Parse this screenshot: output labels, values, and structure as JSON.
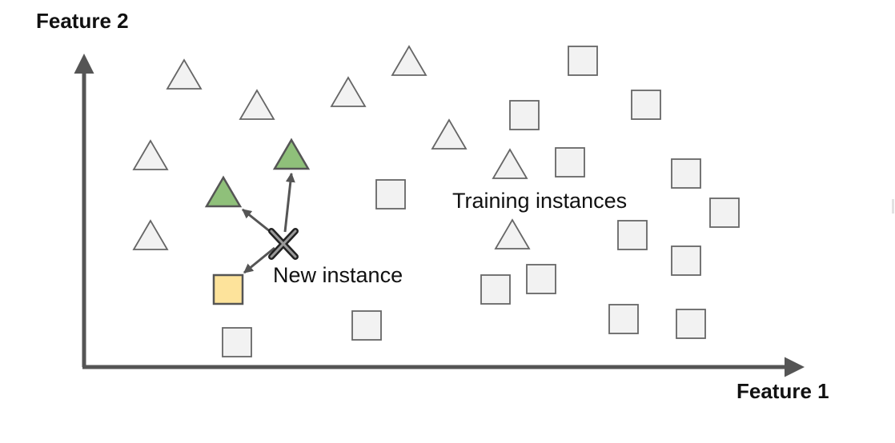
{
  "labels": {
    "y_axis": "Feature 2",
    "x_axis": "Feature 1",
    "training": "Training instances",
    "new_instance": "New instance"
  },
  "colors": {
    "axis": "#555555",
    "shape_fill": "#f2f2f2",
    "shape_stroke": "#666666",
    "neighbor_triangle_fill": "#8fc07a",
    "neighbor_triangle_stroke": "#555555",
    "neighbor_square_fill": "#fde39b",
    "neighbor_square_stroke": "#555555",
    "arrow": "#555555",
    "cross": "#222222"
  },
  "legend": {
    "triangle_class": "triangle-icon",
    "square_class": "square-icon",
    "new_instance_marker": "cross-icon"
  }
}
